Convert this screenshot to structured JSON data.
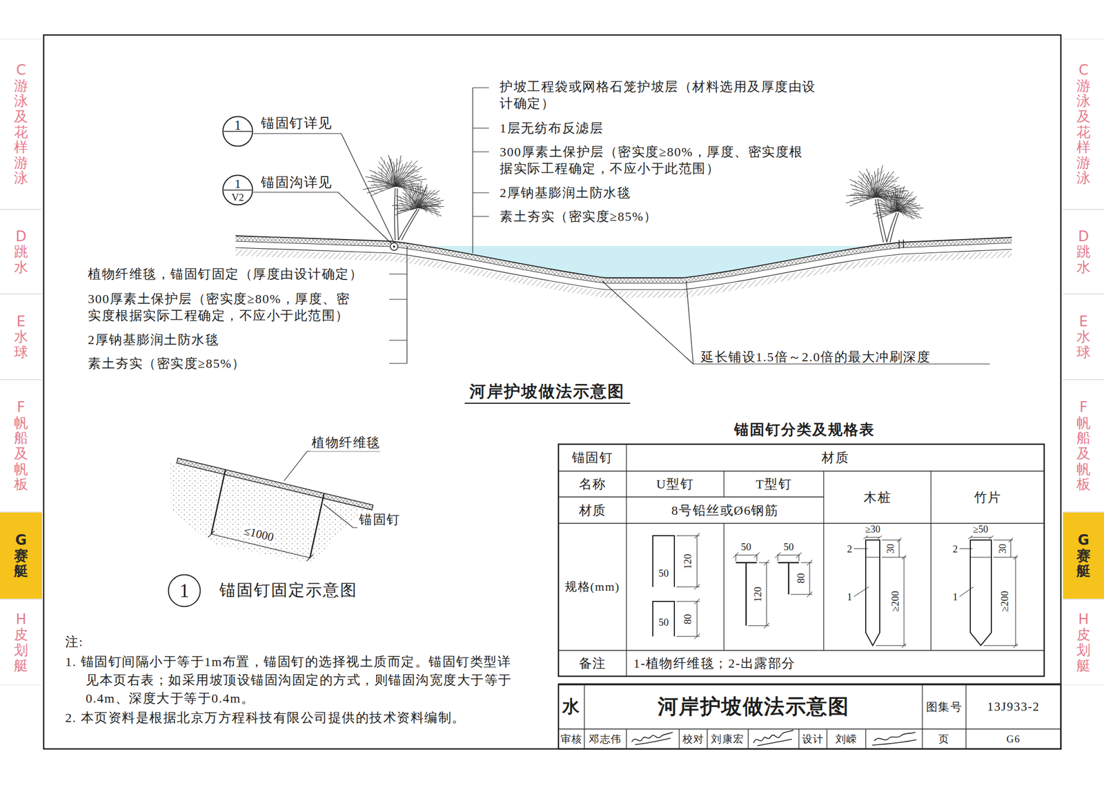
{
  "diagram": {
    "title": "河岸护坡做法示意图",
    "nodes": [
      {
        "text": [
          "C游泳及花样游泳"
        ]
      },
      {
        "text": [
          "D跳水"
        ]
      },
      {
        "text": [
          "E水球"
        ]
      },
      {
        "text": [
          "F帆船及帆板"
        ]
      },
      {
        "text": [
          "G赛艇"
        ]
      },
      {
        "text": [
          "H皮划艇"
        ]
      },
      {
        "text": [
          "C游泳及花样游泳"
        ]
      },
      {
        "text": [
          "D跳水"
        ]
      },
      {
        "text": [
          "E水球"
        ]
      },
      {
        "text": [
          "F帆船及帆板"
        ]
      },
      {
        "text": [
          "G赛艇"
        ]
      },
      {
        "text": [
          "H皮划艇"
        ]
      },
      {
        "text": [
          "1",
          "锚固钉详见"
        ]
      },
      {
        "text": [
          "1",
          "V2",
          "锚固沟详见"
        ]
      },
      {
        "text": [
          "1",
          "锚固钉固定示意图"
        ]
      }
    ],
    "labels": [
      "护坡工程袋或网格石笼护坡层（材料选用及厚度由设计确定）",
      "1层无纺布反滤层",
      "300厚素土保护层（密实度≥80%，厚度、密实度根据实际工程确定，不应小于此范围）",
      "2厚钠基膨润土防水毯",
      "素土夯实（密实度≥85%）",
      "植物纤维毯，锚固钉固定（厚度由设计确定）",
      "300厚素土保护层（密实度≥80%，厚度、密实度根据实际工程确定，不应小于此范围）",
      "2厚钠基膨润土防水毯",
      "素土夯实（密实度≥85%）",
      "延长铺设1.5倍～2.0倍的最大冲刷深度",
      "植物纤维毯",
      "锚固钉",
      "≤1000",
      "锚固钉分类及规格表",
      "锚固钉",
      "材质",
      "名称",
      "U型钉",
      "T型钉",
      "木桩",
      "竹片",
      "材质",
      "8号铅丝或Ø6钢筋",
      "规格(mm)",
      "备注",
      "1-植物纤维毯；2-出露部分",
      "50",
      "120",
      "50",
      "80",
      "50",
      "120",
      "50",
      "80",
      "≥30",
      "2",
      "30",
      "1",
      "≥200",
      "≥50",
      "2",
      "30",
      "1",
      "≥200",
      "注:",
      "1. 锚固钉间隔小于等于1m布置，锚固钉的选择视土质而定。锚固钉类型详见本页右表；如采用坡顶设锚固沟固定的方式，则锚固沟宽度大于等于0.4m、深度大于等于0.4m。",
      "2. 本页资料是根据北京万方程科技有限公司提供的技术资料编制。",
      "水",
      "河岸护坡做法示意图",
      "图集号",
      "13J933-2",
      "审核",
      "邓志伟",
      "校对",
      "刘康宏",
      "设计",
      "刘嵘",
      "页",
      "G6"
    ]
  }
}
